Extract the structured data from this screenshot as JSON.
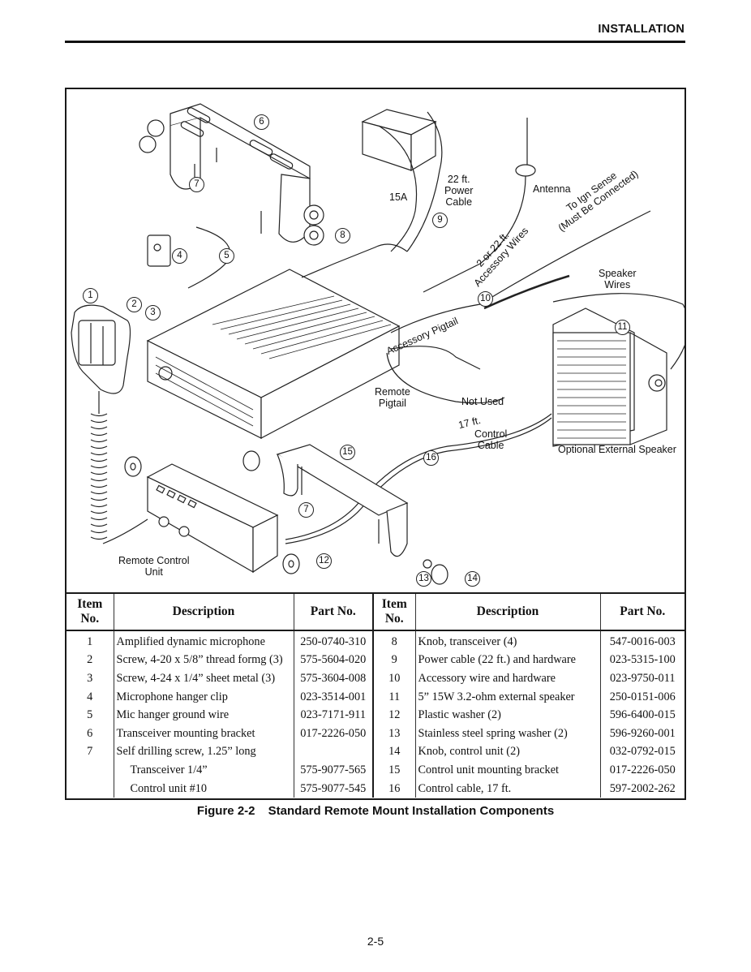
{
  "header": {
    "section_title": "INSTALLATION"
  },
  "figure": {
    "number": "Figure 2-2",
    "title": "Standard Remote Mount Installation Components",
    "diagram": {
      "labels": {
        "fuse": "15A",
        "power_cable": [
          "22 ft.",
          "Power",
          "Cable"
        ],
        "antenna": "Antenna",
        "ign_sense": [
          "To Ign Sense",
          "(Must Be Connected)"
        ],
        "accessory_wires": [
          "2 or 22 ft.",
          "Accessory Wires"
        ],
        "speaker_wires": [
          "Speaker",
          "Wires"
        ],
        "accessory_pigtail": "Accessory Pigtail",
        "remote_pigtail": [
          "Remote",
          "Pigtail"
        ],
        "not_used": "Not Used",
        "control_cable_length": "17 ft.",
        "control_cable": [
          "Control",
          "Cable"
        ],
        "external_speaker": "Optional External Speaker",
        "remote_control_unit": [
          "Remote Control",
          "Unit"
        ]
      },
      "callouts": [
        "1",
        "2",
        "3",
        "4",
        "5",
        "6",
        "7",
        "7",
        "8",
        "9",
        "10",
        "11",
        "12",
        "13",
        "14",
        "15",
        "16"
      ]
    }
  },
  "parts_table": {
    "headers": {
      "item_no": [
        "Item",
        "No."
      ],
      "description": "Description",
      "part_no": "Part No."
    },
    "left": [
      {
        "item": "1",
        "description": "Amplified dynamic microphone",
        "part_no": "250-0740-310"
      },
      {
        "item": "2",
        "description": "Screw, 4-20 x 5/8” thread formg (3)",
        "part_no": "575-5604-020"
      },
      {
        "item": "3",
        "description": "Screw, 4-24 x 1/4” sheet metal (3)",
        "part_no": "575-3604-008"
      },
      {
        "item": "4",
        "description": "Microphone hanger clip",
        "part_no": "023-3514-001"
      },
      {
        "item": "5",
        "description": "Mic hanger ground wire",
        "part_no": "023-7171-911"
      },
      {
        "item": "6",
        "description": "Transceiver mounting bracket",
        "part_no": "017-2226-050"
      },
      {
        "item": "7",
        "description": "Self drilling screw, 1.25” long",
        "part_no": ""
      },
      {
        "item": "",
        "description": "Transceiver 1/4”",
        "part_no": "575-9077-565",
        "indent": true
      },
      {
        "item": "",
        "description": "Control unit #10",
        "part_no": "575-9077-545",
        "indent": true
      }
    ],
    "right": [
      {
        "item": "8",
        "description": "Knob, transceiver (4)",
        "part_no": "547-0016-003"
      },
      {
        "item": "9",
        "description": "Power cable (22 ft.) and hardware",
        "part_no": "023-5315-100"
      },
      {
        "item": "10",
        "description": "Accessory wire and hardware",
        "part_no": "023-9750-011"
      },
      {
        "item": "11",
        "description": "5” 15W 3.2-ohm external speaker",
        "part_no": "250-0151-006"
      },
      {
        "item": "12",
        "description": "Plastic washer (2)",
        "part_no": "596-6400-015"
      },
      {
        "item": "13",
        "description": "Stainless steel spring washer (2)",
        "part_no": "596-9260-001"
      },
      {
        "item": "14",
        "description": "Knob, control unit (2)",
        "part_no": "032-0792-015"
      },
      {
        "item": "15",
        "description": "Control unit mounting bracket",
        "part_no": "017-2226-050"
      },
      {
        "item": "16",
        "description": "Control cable, 17 ft.",
        "part_no": "597-2002-262"
      }
    ]
  },
  "footer": {
    "page_number": "2-5"
  }
}
